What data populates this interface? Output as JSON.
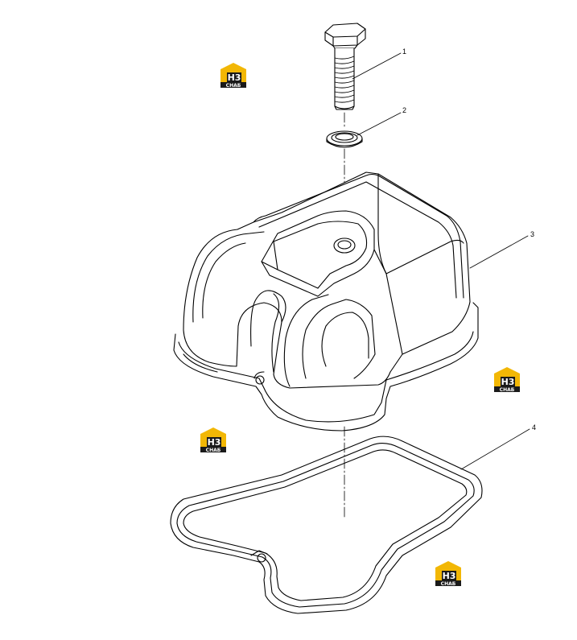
{
  "callouts": [
    {
      "id": "1",
      "label": "1"
    },
    {
      "id": "2",
      "label": "2"
    },
    {
      "id": "3",
      "label": "3"
    },
    {
      "id": "4",
      "label": "4"
    }
  ],
  "logos": [
    {
      "mark": "H3",
      "sub": "СНАБ"
    },
    {
      "mark": "H3",
      "sub": "СНАБ"
    },
    {
      "mark": "H3",
      "sub": "СНАБ"
    },
    {
      "mark": "H3",
      "sub": "СНАБ"
    }
  ],
  "colors": {
    "line": "#000000",
    "logo_yellow": "#f2b705",
    "logo_dark": "#1a1a1a",
    "background": "#ffffff"
  },
  "icons": [
    "hex-bolt",
    "washer",
    "valve-cover",
    "gasket",
    "watermark-logo"
  ]
}
